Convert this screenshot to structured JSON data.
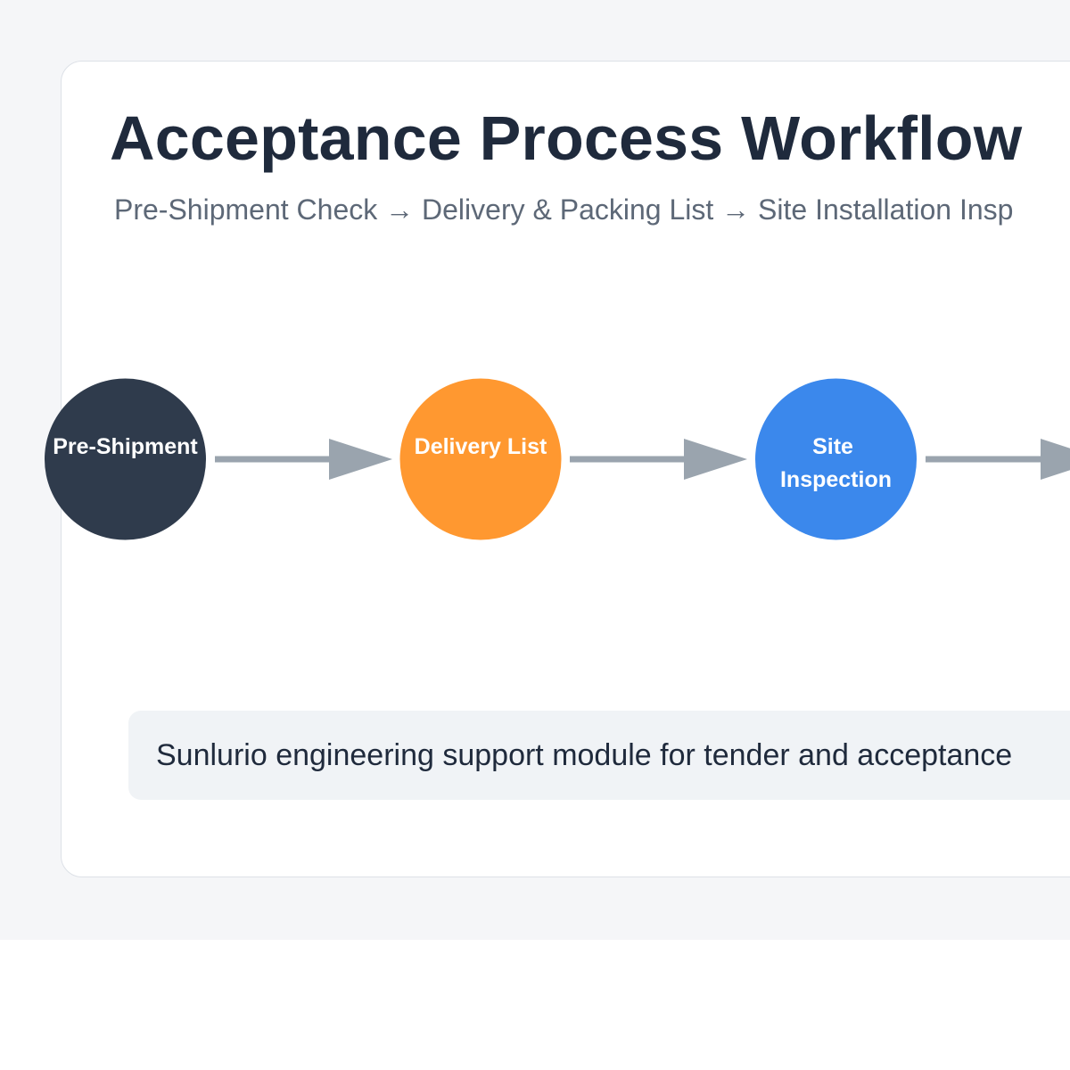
{
  "page": {
    "title": "Acceptance Process Workflow",
    "subtitle": "Pre-Shipment Check → Delivery & Packing List → Site Installation Insp",
    "note": "Sunlurio engineering support module for tender and acceptance"
  },
  "steps": [
    {
      "lines": [
        "Pre-Shipment"
      ],
      "color": "#2f3b4c"
    },
    {
      "lines": [
        "Delivery List"
      ],
      "color": "#ff9830"
    },
    {
      "lines": [
        "Site",
        "Inspection"
      ],
      "color": "#3b88ec"
    }
  ],
  "colors": {
    "arrow": "#9aa4ae",
    "card_border": "#dde1e7",
    "background": "#f5f6f8"
  }
}
